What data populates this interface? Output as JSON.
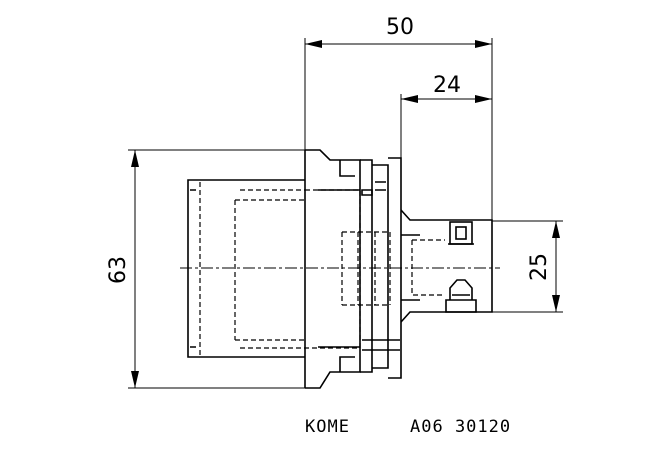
{
  "drawing": {
    "dimensions": {
      "total_length": "50",
      "head_length": "24",
      "body_diameter": "63",
      "shank_diameter": "25"
    },
    "caption": {
      "brand": "KOME",
      "part_number": "A06 30120"
    }
  }
}
